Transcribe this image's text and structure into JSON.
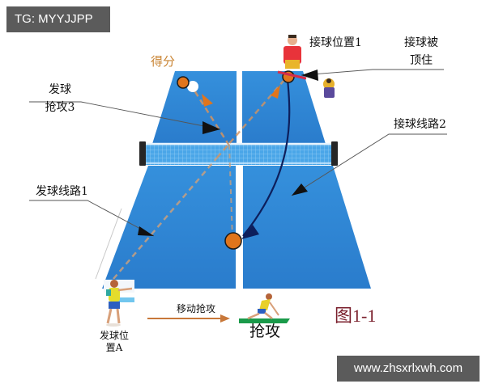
{
  "watermarks": {
    "top_left": "TG: MYYJJPP",
    "bottom_right": "www.zhsxrlxwh.com"
  },
  "figure": {
    "caption": "图1-1",
    "subject": "table tennis serve and attack diagram"
  },
  "labels": {
    "score": "得分",
    "serve_attack_3_line1": "发球",
    "serve_attack_3_line2": "抢攻3",
    "receive_position_1": "接球位置1",
    "receive_blocked_line1": "接球被",
    "receive_blocked_line2": "顶住",
    "receive_route_2": "接球线路2",
    "serve_route_1": "发球线路1",
    "serve_position_a_line1": "发球位",
    "serve_position_a_line2": "置A",
    "move_attack": "移动抢攻",
    "attack": "抢攻"
  },
  "colors": {
    "table": "#2f86d6",
    "table_dark": "#1f6fc0",
    "net": "#5fb4ee",
    "ball": "#e0751c",
    "dashed_route": "#e0883a",
    "receive_route": "#0d1f5c",
    "pointer": "#111111",
    "caption": "#7a1f2c",
    "score": "#c98433",
    "move_arrow": "#c8783a",
    "mat_green": "#1a9a4a"
  },
  "icons": {
    "receiver_player": "receiver-player-icon",
    "server_player": "server-player-icon",
    "attacking_player": "attacking-player-icon",
    "blocker_player": "blocker-player-icon",
    "ball": "ball-icon"
  }
}
